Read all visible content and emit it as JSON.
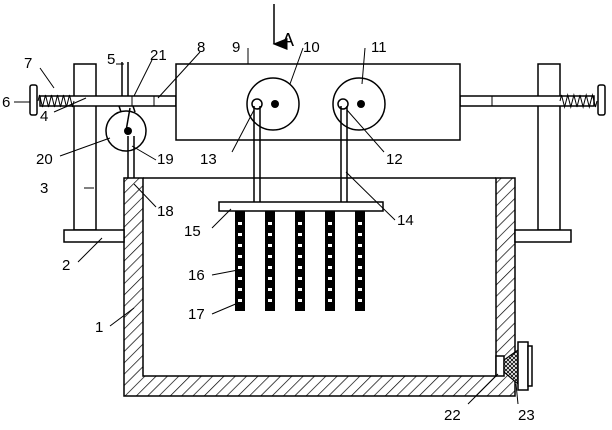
{
  "view_label": "A",
  "labels": {
    "l1": "1",
    "l2": "2",
    "l3": "3",
    "l4": "4",
    "l5": "5",
    "l6": "6",
    "l7": "7",
    "l8": "8",
    "l9": "9",
    "l10": "10",
    "l11": "11",
    "l12": "12",
    "l13": "13",
    "l14": "14",
    "l15": "15",
    "l16": "16",
    "l17": "17",
    "l18": "18",
    "l19": "19",
    "l20": "20",
    "l21": "21",
    "l22": "22",
    "l23": "23"
  }
}
